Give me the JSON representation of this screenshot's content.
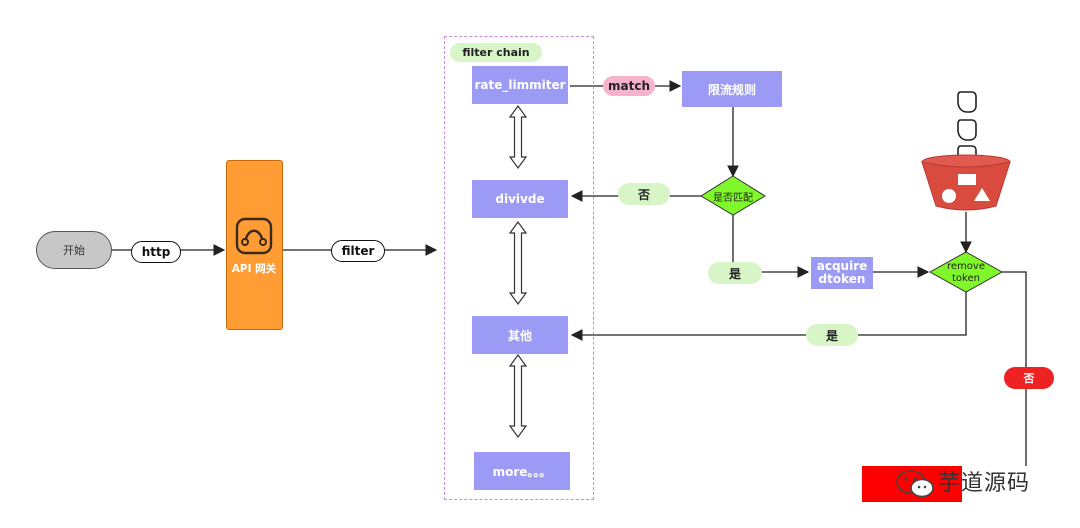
{
  "start": {
    "label": "开始"
  },
  "gateway": {
    "label": "API 网关",
    "icon": "gateway-link-icon"
  },
  "edges": {
    "http": "http",
    "filter": "filter",
    "match": "match",
    "no_left": "否",
    "yes_mid": "是",
    "yes_bottom": "是",
    "no_right": "否"
  },
  "filter_chain": {
    "label": "filter chain",
    "items": [
      "rate_limmiter",
      "divivde",
      "其他",
      "more。。。"
    ]
  },
  "rules": {
    "label": "限流规则"
  },
  "decision_match": {
    "label": "是否匹配"
  },
  "acquire": {
    "line1": "acquire",
    "line2": "dtoken"
  },
  "decision_remove": {
    "line1": "remove",
    "line2": "token"
  },
  "watermark": {
    "text": "芋道源码"
  },
  "colors": {
    "gateway": "#ff9c33",
    "box": "#9b9bf6",
    "decision": "#7ff72a",
    "bucket": "#d94a3f",
    "no": "#ee2222",
    "yes": "#d8f5c8"
  }
}
